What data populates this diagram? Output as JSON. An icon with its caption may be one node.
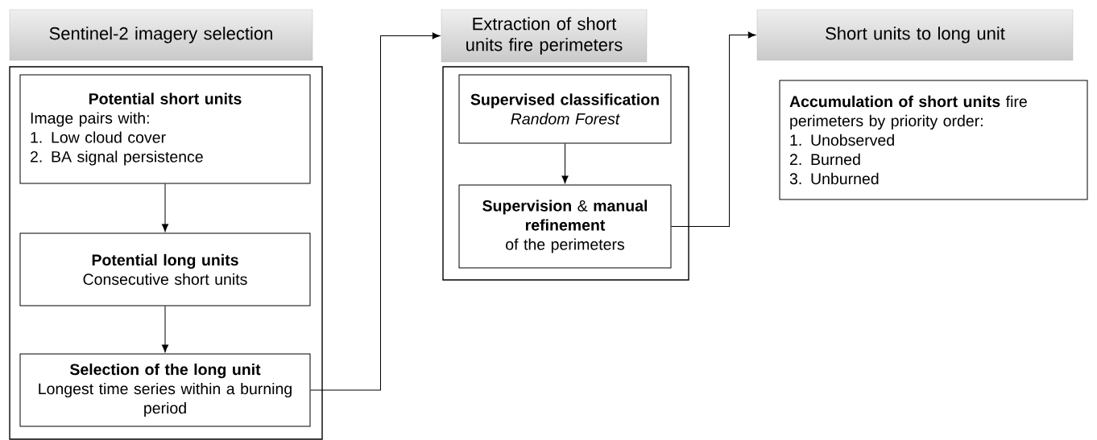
{
  "diagram": {
    "nodes": [
      {
        "text": [
          "Sentinel-2 imagery selection"
        ]
      },
      {
        "text": [],
        "shape": "box"
      },
      {
        "text": [
          "Potential short units",
          "Image pairs with:",
          "1. Low cloud cover",
          "2. BA signal persistence"
        ],
        "in": 1
      },
      {
        "text": [
          "Potential long units",
          "Consecutive short units"
        ],
        "in": 1
      },
      {
        "text": [
          "Selection of the long unit",
          "Longest time series within a burning period"
        ],
        "in": 1
      },
      {
        "text": [
          "Extraction of short units fire perimeters"
        ]
      },
      {
        "text": [],
        "shape": "box"
      },
      {
        "text": [
          "Supervised classification",
          "Random Forest"
        ],
        "in": 6
      },
      {
        "text": [
          "**Supervision** & **manual refinement**",
          "of the perimeters"
        ],
        "in": 6
      },
      {
        "text": [
          "Short units to long unit"
        ]
      },
      {
        "text": [
          "**Accumulation of short units** fire perimeters by priority order:",
          "1. Unobserved",
          "2. Burned",
          "3. Unburned"
        ]
      }
    ],
    "edges": [
      {
        "from": 2,
        "to": 3,
        "arrow": "to"
      },
      {
        "from": 3,
        "to": 4,
        "arrow": "to"
      },
      {
        "from": 4,
        "to": 5,
        "arrow": "to"
      },
      {
        "from": 7,
        "to": 8,
        "arrow": "to"
      },
      {
        "from": 8,
        "to": 9,
        "arrow": "to"
      }
    ]
  }
}
